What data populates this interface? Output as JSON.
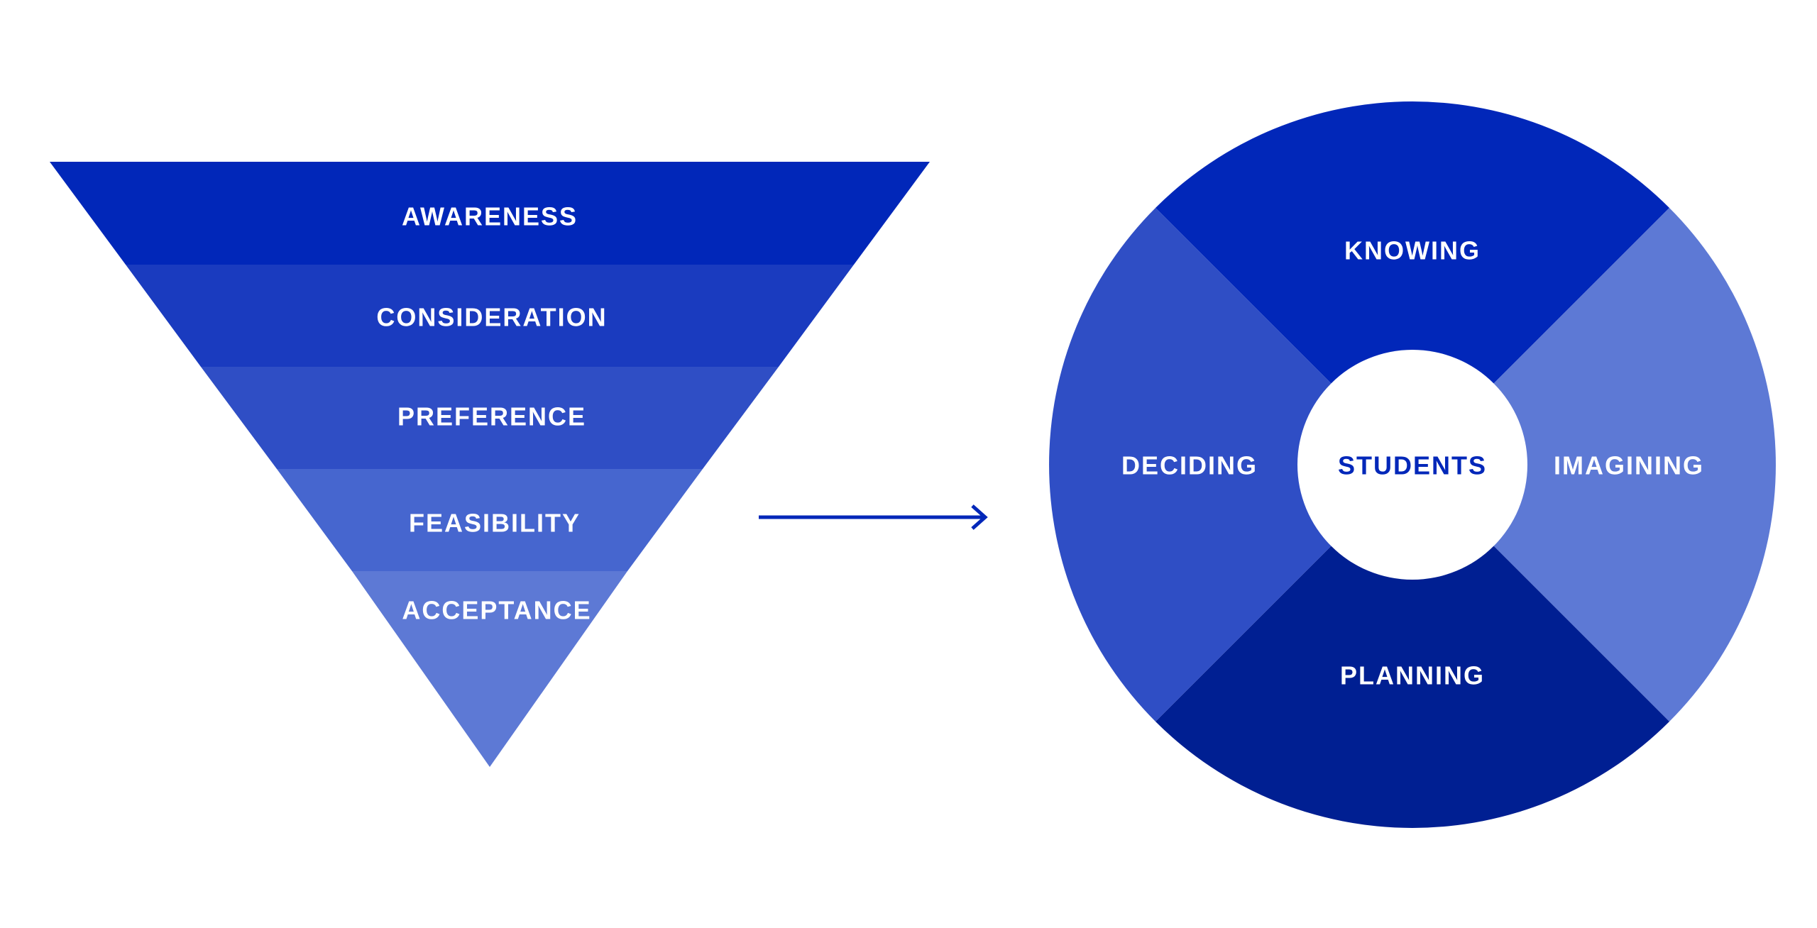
{
  "colors": {
    "background": "#ffffff",
    "funnel_levels": [
      "#0127B9",
      "#1A3BBF",
      "#2F4EC5",
      "#4666CF",
      "#5D79D5"
    ],
    "wheel": {
      "top": "#0127B9",
      "left": "#2F4EC5",
      "right": "#5D79D5",
      "bottom": "#001F92",
      "center": "#ffffff",
      "center_text": "#0127B9"
    },
    "label_text": "#ffffff",
    "arrow": "#0127B9"
  },
  "funnel": {
    "levels": [
      {
        "label": "AWARENESS"
      },
      {
        "label": "CONSIDERATION"
      },
      {
        "label": "PREFERENCE"
      },
      {
        "label": "FEASIBILITY"
      },
      {
        "label": "ACCEPTANCE"
      }
    ]
  },
  "wheel": {
    "center_label": "STUDENTS",
    "segments": {
      "top": "KNOWING",
      "right": "IMAGINING",
      "bottom": "PLANNING",
      "left": "DECIDING"
    }
  }
}
